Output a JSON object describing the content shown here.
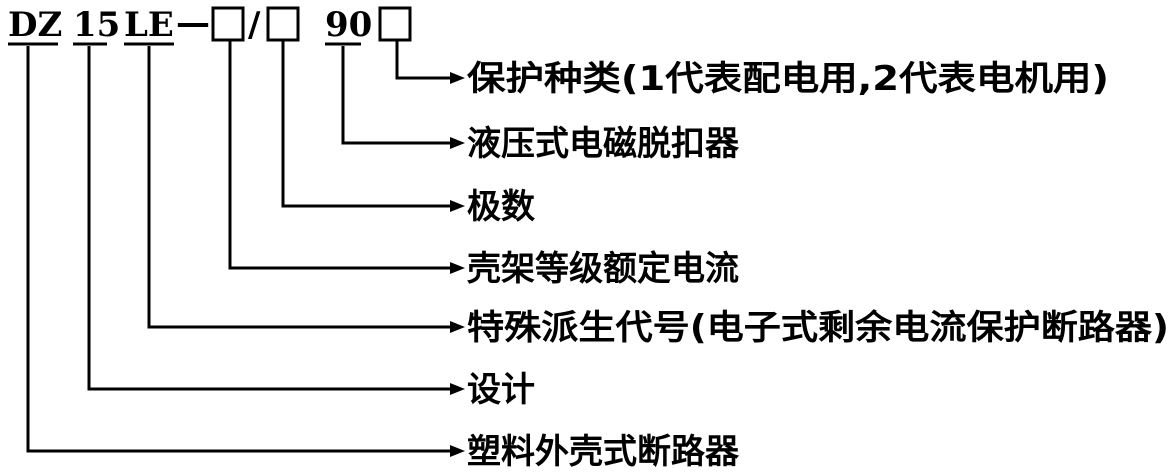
{
  "code": {
    "dz": "DZ",
    "n15": "15",
    "le": "LE",
    "dash": "—",
    "slash": "/",
    "n90": "90"
  },
  "legend": [
    {
      "id": "protection-type",
      "text": "保护种类(1代表配电用,2代表电机用)"
    },
    {
      "id": "hydraulic-release",
      "text": "液压式电磁脱扣器"
    },
    {
      "id": "poles",
      "text": "极数"
    },
    {
      "id": "frame-current",
      "text": "壳架等级额定电流"
    },
    {
      "id": "special-code",
      "text": "特殊派生代号(电子式剩余电流保护断路器)"
    },
    {
      "id": "design",
      "text": "设计"
    },
    {
      "id": "molded-case",
      "text": "塑料外壳式断路器"
    }
  ]
}
